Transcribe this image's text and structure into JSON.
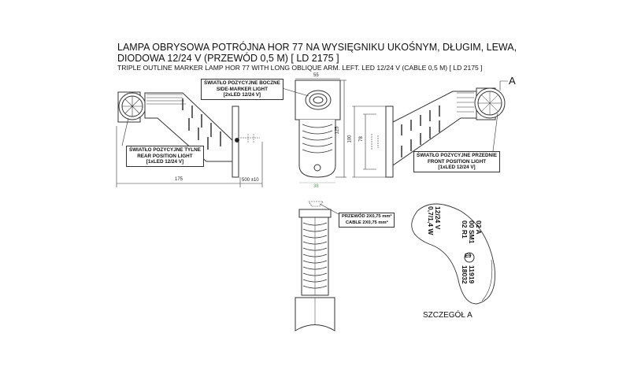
{
  "title": {
    "line1": "LAMPA OBRYSOWA POTRÓJNA HOR 77 NA WYSIĘGNIKU UKOŚNYM, DŁUGIM, LEWA,",
    "line2": "DIODOWA 12/24 V (PRZEWÓD 0,5 M) [ LD 2175 ]",
    "subtitle": "TRIPLE OUTLINE MARKER LAMP HOR 77 WITH LONG OBLIQUE ARM. LEFT. LED 12/24 V (CABLE 0,5 M) [ LD 2175 ]"
  },
  "labels": {
    "side_marker": [
      "ŚWIATŁO POZYCYJNE BOCZNE",
      "SIDE-MARKER LIGHT",
      "[2xLED 12/24 V]"
    ],
    "rear": [
      "ŚWIATŁO POZYCYJNE TYLNE",
      "REAR POSITION LIGHT",
      "[1xLED 12/24 V]"
    ],
    "front": [
      "ŚWIATŁO POZYCYJNE PRZEDNIE",
      "FRONT POSITION LIGHT",
      "[1xLED 12/24 V]"
    ],
    "cable": [
      "PRZEWÓD 2X0,75 mm²",
      "CABLE 2X0,75 mm²"
    ],
    "detail_marker": "A",
    "detail_caption": "SZCZEGÓŁ A"
  },
  "dimensions": {
    "length": "175",
    "cable_length": "500 ±10",
    "width_top": "55",
    "width_bottom": "38",
    "height_total": "125",
    "height_plate": "100",
    "height_holes": "78"
  },
  "detail_a": {
    "col1": [
      "12/24 V",
      "0,7/1,4 W"
    ],
    "col2": [
      "02 A",
      "00 SM1",
      "02 R1"
    ],
    "approval_mark": "E9",
    "col3": [
      "11919",
      "18032"
    ]
  }
}
